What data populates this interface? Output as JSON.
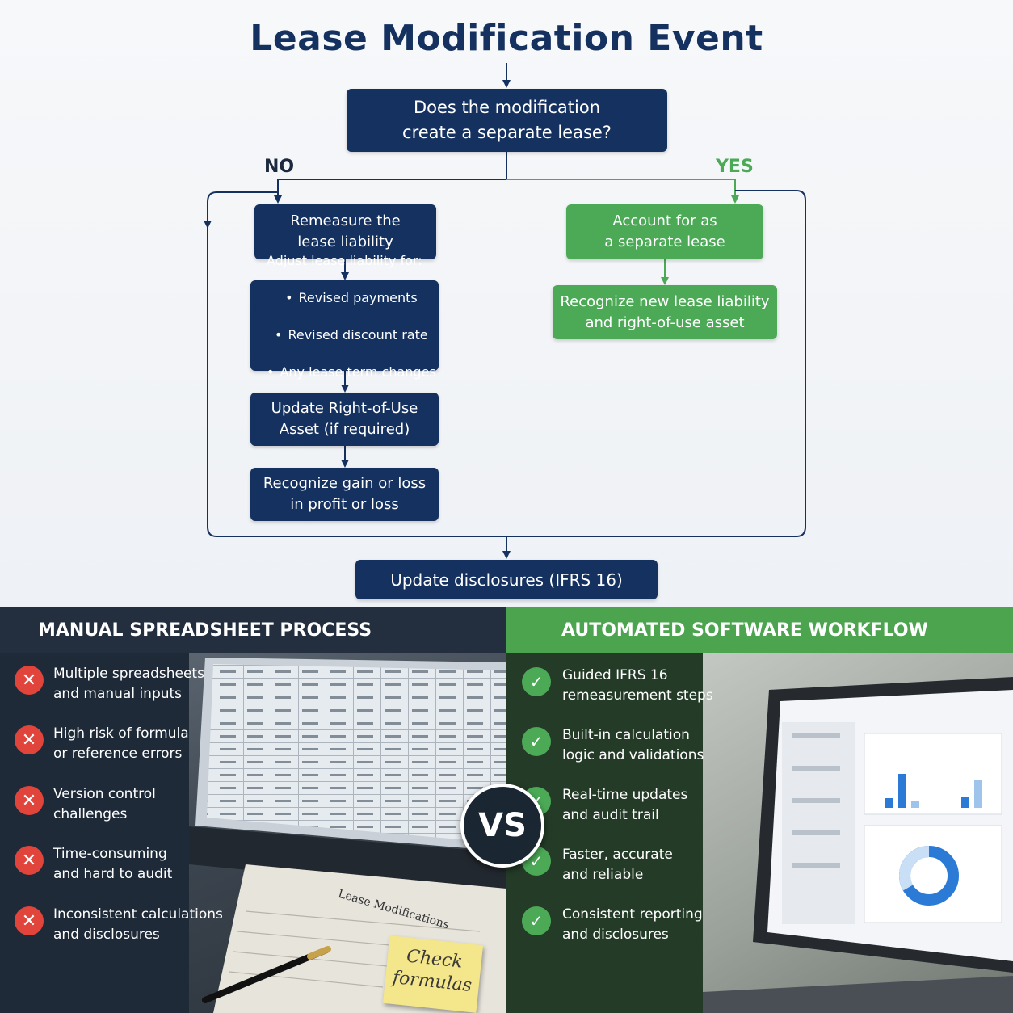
{
  "title": "Lease Modification Event",
  "flow": {
    "decision": "Does the modification\ncreate a separate lease?",
    "no_label": "NO",
    "yes_label": "YES",
    "remeasure": "Remeasure the\nlease liability",
    "adjust_title": "Adjust lease liability for:",
    "adjust_items": [
      "Revised payments",
      "Revised discount rate",
      "Any lease term changes"
    ],
    "update_rou": "Update Right-of-Use\nAsset (if required)",
    "gain_loss": "Recognize gain or loss\nin profit or loss",
    "separate": "Account for as\na separate lease",
    "recognize_new": "Recognize new lease liability\nand right-of-use asset",
    "disclosures": "Update disclosures (IFRS 16)"
  },
  "colors": {
    "navy": "#14315f",
    "green": "#4caa57",
    "red": "#e0443a"
  },
  "manual": {
    "header": "MANUAL SPREADSHEET PROCESS",
    "items": [
      "Multiple spreadsheets\nand manual inputs",
      "High risk of formula\nor reference errors",
      "Version control\nchallenges",
      "Time-consuming\nand hard to audit",
      "Inconsistent calculations\nand disclosures"
    ],
    "item_icon": "x-circle-icon",
    "photo_paper_text": "Lease Modifications",
    "sticky_note": "Check\nformulas"
  },
  "automated": {
    "header": "AUTOMATED SOFTWARE WORKFLOW",
    "items": [
      "Guided IFRS 16\nremeasurement steps",
      "Built-in calculation\nlogic and validations",
      "Real-time updates\nand audit trail",
      "Faster, accurate\nand reliable",
      "Consistent reporting\nand disclosures"
    ],
    "item_icon": "check-circle-icon"
  },
  "vs_label": "VS"
}
